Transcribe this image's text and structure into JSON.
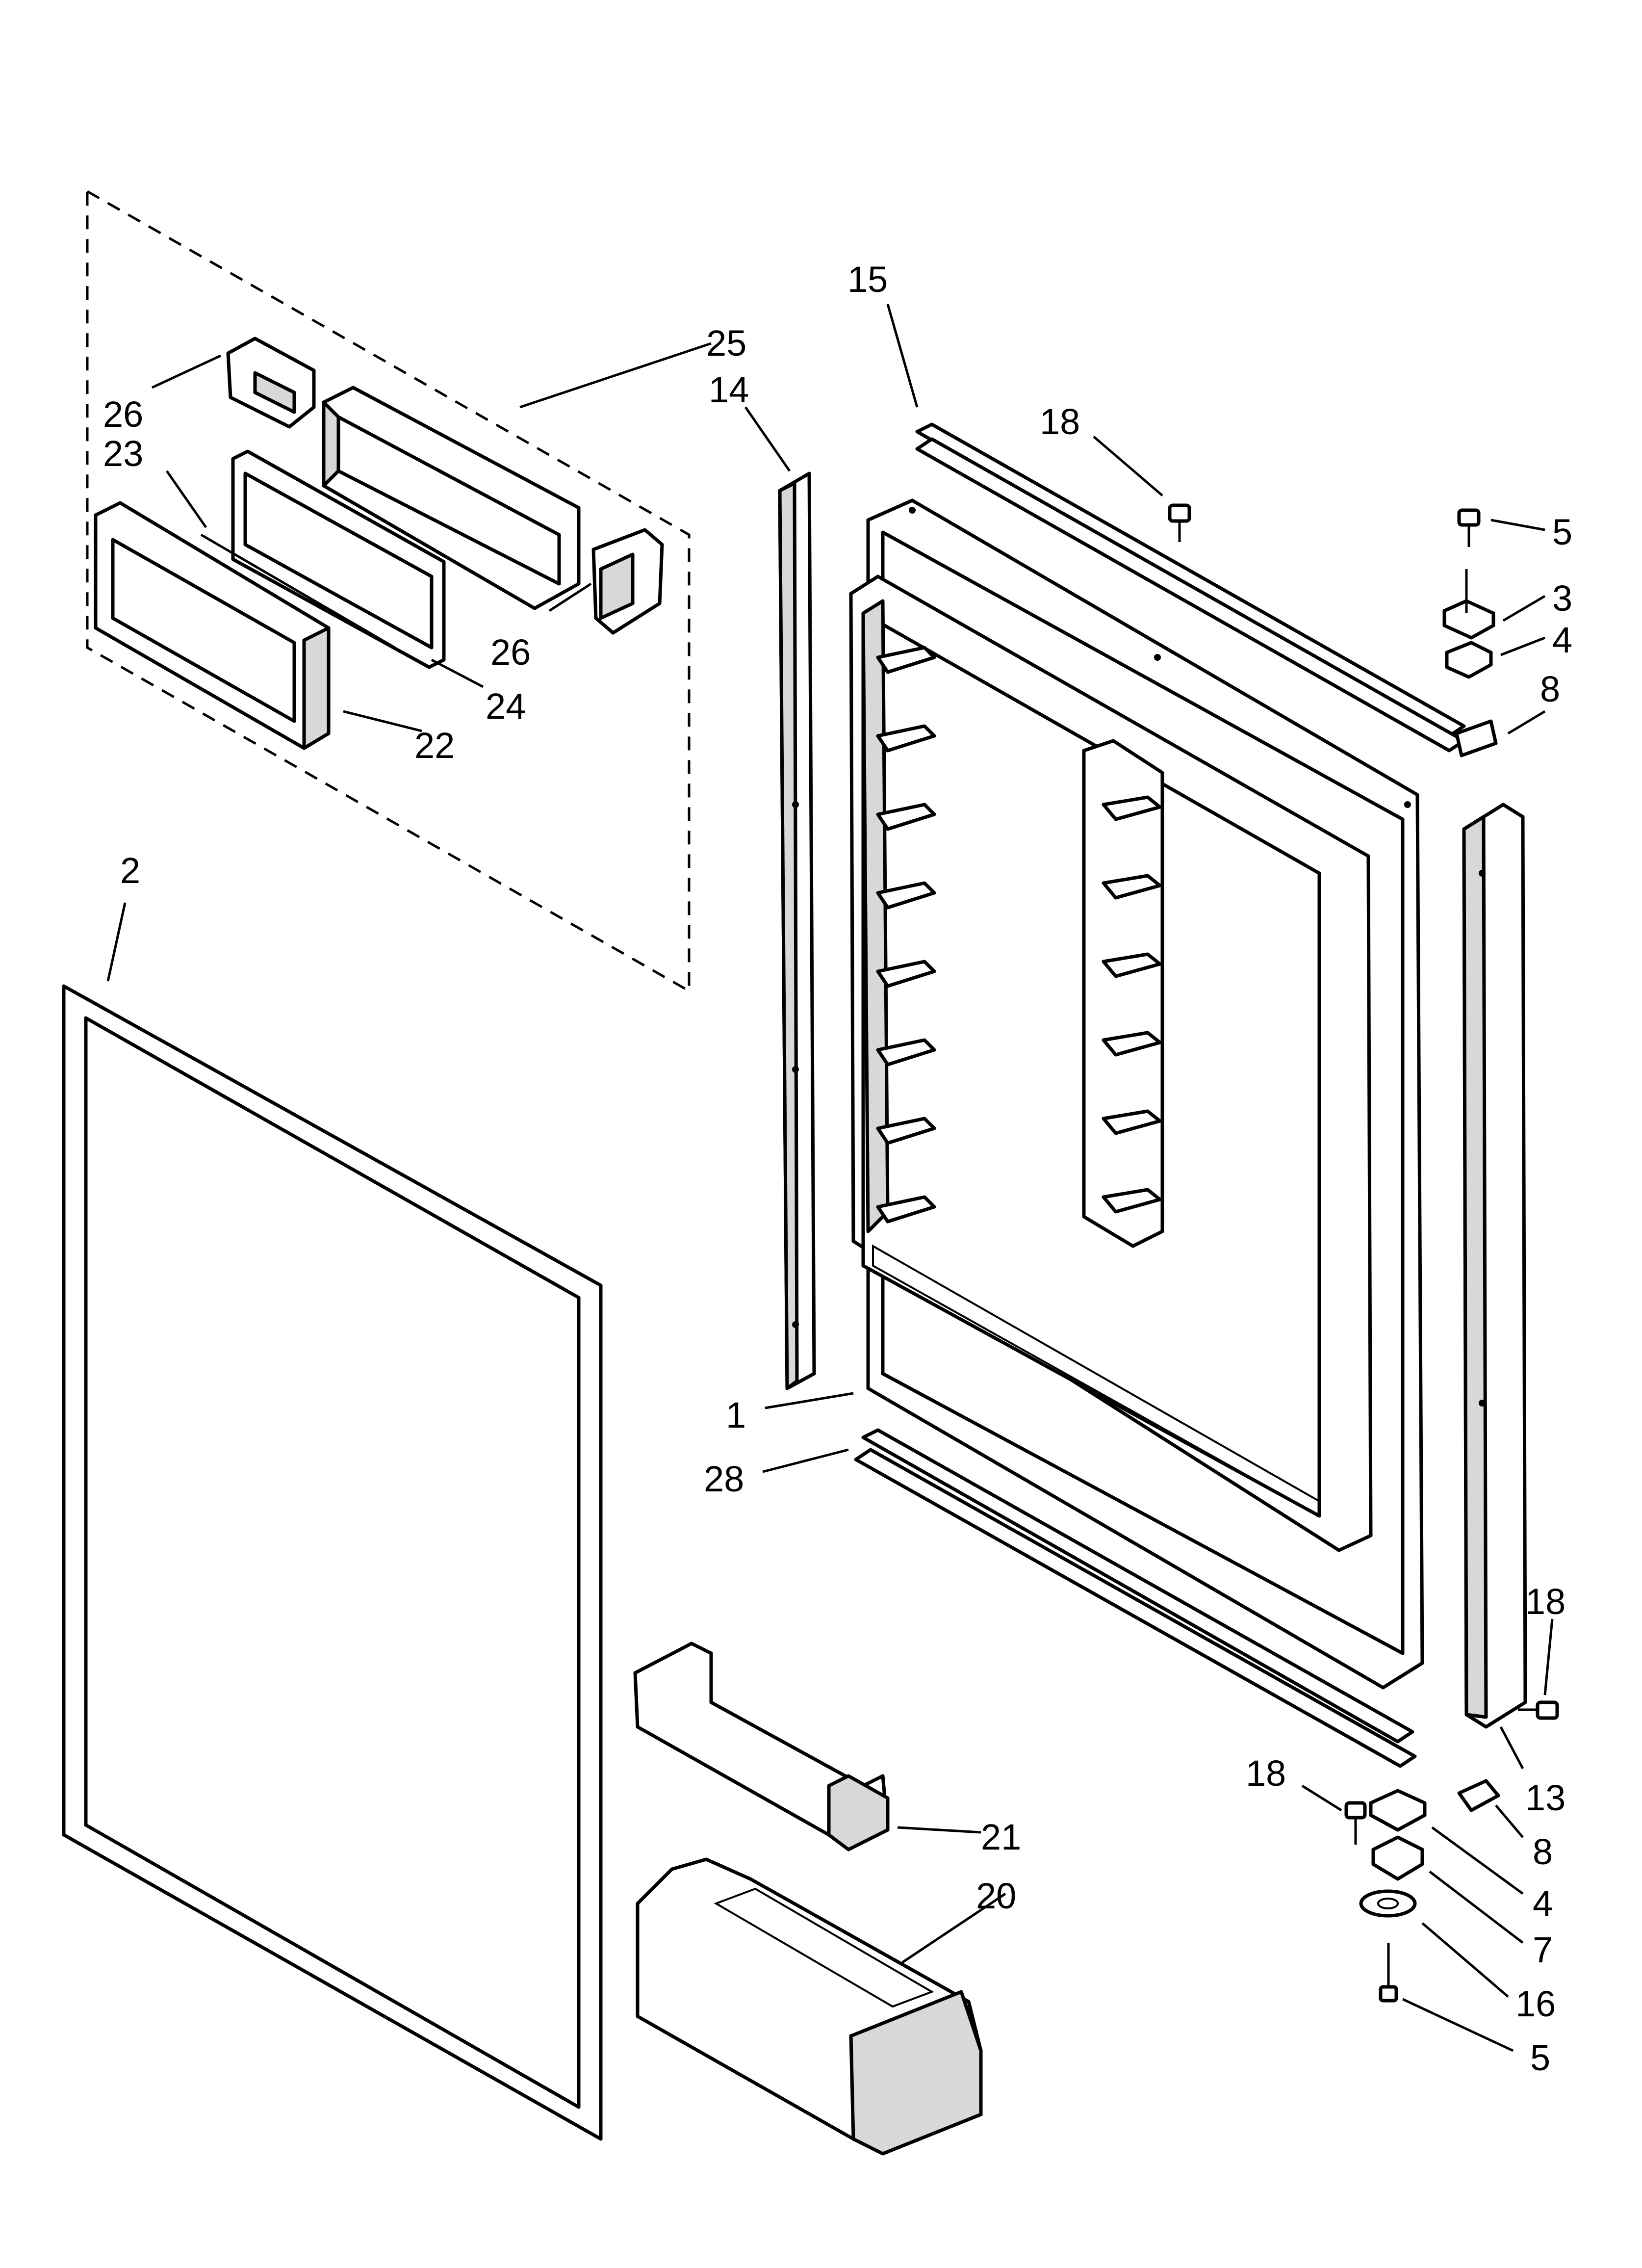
{
  "diagram": {
    "type": "exploded-parts-view",
    "callouts": [
      {
        "id": "c15",
        "label": "15"
      },
      {
        "id": "c25",
        "label": "25"
      },
      {
        "id": "c14",
        "label": "14"
      },
      {
        "id": "c18a",
        "label": "18"
      },
      {
        "id": "c26a",
        "label": "26"
      },
      {
        "id": "c23",
        "label": "23"
      },
      {
        "id": "c5a",
        "label": "5"
      },
      {
        "id": "c3",
        "label": "3"
      },
      {
        "id": "c4a",
        "label": "4"
      },
      {
        "id": "c26b",
        "label": "26"
      },
      {
        "id": "c24",
        "label": "24"
      },
      {
        "id": "c8a",
        "label": "8"
      },
      {
        "id": "c22",
        "label": "22"
      },
      {
        "id": "c2",
        "label": "2"
      },
      {
        "id": "c1",
        "label": "1"
      },
      {
        "id": "c28",
        "label": "28"
      },
      {
        "id": "c18b",
        "label": "18"
      },
      {
        "id": "c18c",
        "label": "18"
      },
      {
        "id": "c13",
        "label": "13"
      },
      {
        "id": "c21",
        "label": "21"
      },
      {
        "id": "c8b",
        "label": "8"
      },
      {
        "id": "c20",
        "label": "20"
      },
      {
        "id": "c4b",
        "label": "4"
      },
      {
        "id": "c7",
        "label": "7"
      },
      {
        "id": "c16",
        "label": "16"
      },
      {
        "id": "c5b",
        "label": "5"
      }
    ]
  },
  "colors": {
    "line": "#000000",
    "background": "#ffffff",
    "shade": "#d8d8d8"
  }
}
